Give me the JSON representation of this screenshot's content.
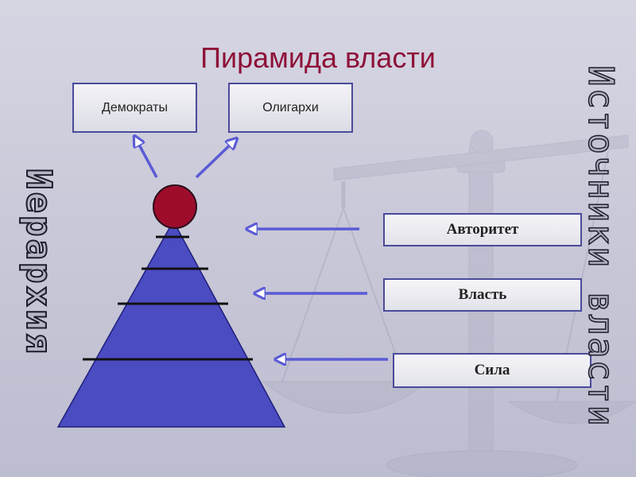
{
  "slide": {
    "title": "Пирамида власти",
    "left_vertical": "Иерархия",
    "right_vertical": "Источники власти",
    "top_boxes": [
      "Демократы",
      "Олигархи"
    ],
    "right_boxes": [
      "Авторитет",
      "Власть",
      "Сила"
    ]
  },
  "colors": {
    "title": "#8e1138",
    "pyramid_fill": "#4b4bc2",
    "apex_circle": "#9e0c2c",
    "arrows": "#5b5bd6",
    "box_border": "#4a4a9a"
  }
}
